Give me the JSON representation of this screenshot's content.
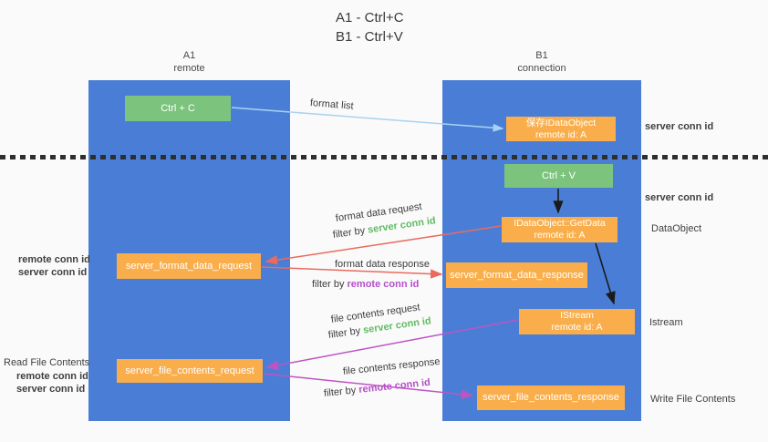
{
  "title": {
    "line1": "A1 - Ctrl+C",
    "line2": "B1 - Ctrl+V"
  },
  "lanes": {
    "left": {
      "title": "A1",
      "subtitle": "remote"
    },
    "right": {
      "title": "B1",
      "subtitle": "connection"
    }
  },
  "nodes": {
    "ctrl_c": {
      "label": "Ctrl + C"
    },
    "save_dataobject": {
      "line1": "保存IDataObject",
      "line2": "remote id: A"
    },
    "ctrl_v": {
      "label": "Ctrl + V"
    },
    "getdata": {
      "line1": "IDataObject::GetData",
      "line2": "remote id: A"
    },
    "format_request": {
      "label": "server_format_data_request"
    },
    "format_response": {
      "label": "server_format_data_response"
    },
    "istream": {
      "line1": "IStream",
      "line2": "remote id: A"
    },
    "file_request": {
      "label": "server_file_contents_request"
    },
    "file_response": {
      "label": "server_file_contents_response"
    }
  },
  "edge_labels": {
    "format_list": "format list",
    "format_data_request": "format data request",
    "format_data_response": "format data response",
    "file_contents_request": "file contents request",
    "file_contents_response": "file contents response",
    "filter_by": "filter by",
    "server_conn_id": "server conn id",
    "remote_conn_id": "remote conn id"
  },
  "side_labels": {
    "right_server_conn_id_top": "server conn id",
    "right_server_conn_id_mid": "server conn id",
    "dataobject": "DataObject",
    "istream": "Istream",
    "write_file_contents": "Write File Contents",
    "left_remote_conn_id_1": "remote conn id",
    "left_server_conn_id_1": "server conn id",
    "read_file_contents": "Read File Contents",
    "left_remote_conn_id_2": "remote conn id",
    "left_server_conn_id_2": "server conn id"
  },
  "colors": {
    "lane_blue": "#4A7ED6",
    "node_orange": "#F9AE4B",
    "node_green": "#7CC47D",
    "green_text": "#5FBB63",
    "purple_text": "#B44FC9",
    "red_arrow": "#E96B5F",
    "purple_arrow": "#BE54C4",
    "light_blue_arrow": "#A8D2F2",
    "black_arrow": "#1a1a1a"
  }
}
